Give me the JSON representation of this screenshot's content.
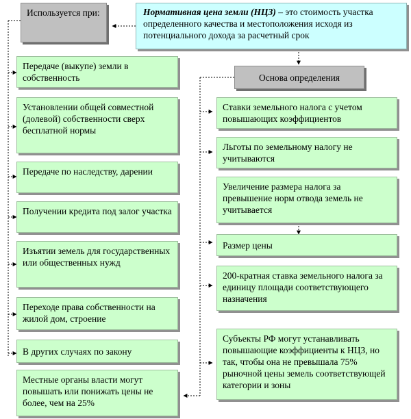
{
  "used_when": {
    "label": "Используется при:"
  },
  "definition": {
    "term": "Нормативная цена земли (НЦЗ)",
    "text": " – это стоимость участка определенного качества и местоположения исходя из потенциального дохода за расчетный срок"
  },
  "basis": {
    "label": "Основа определения"
  },
  "left_items": [
    "Передаче (выкупе) земли в собственность",
    "Установлении общей совместной (долевой) собственности сверх бесплатной нормы",
    "Передаче по наследству, дарении",
    "Получении кредита под залог участка",
    "Изъятии земель для государственных или общественных нужд",
    "Переходе права собственности на жилой дом, строение",
    "В других случаях по закону",
    "Местные органы власти могут повышать или понижать цены не более, чем на 25%"
  ],
  "right_items": [
    "Ставки земельного налога с учетом повышающих коэффициентов",
    "Льготы по земельному налогу не учитываются",
    "Увеличение размера налога за превышение норм отвода земель не учитывается",
    "Размер цены",
    "200-кратная ставка земельного налога за единицу площади соответствующего назначения",
    "Субъекты РФ могут устанавливать повышающие коэффициенты к НЦЗ, но так, чтобы она не превышала 75% рыночной цены земель соответствующей категории и зоны"
  ]
}
